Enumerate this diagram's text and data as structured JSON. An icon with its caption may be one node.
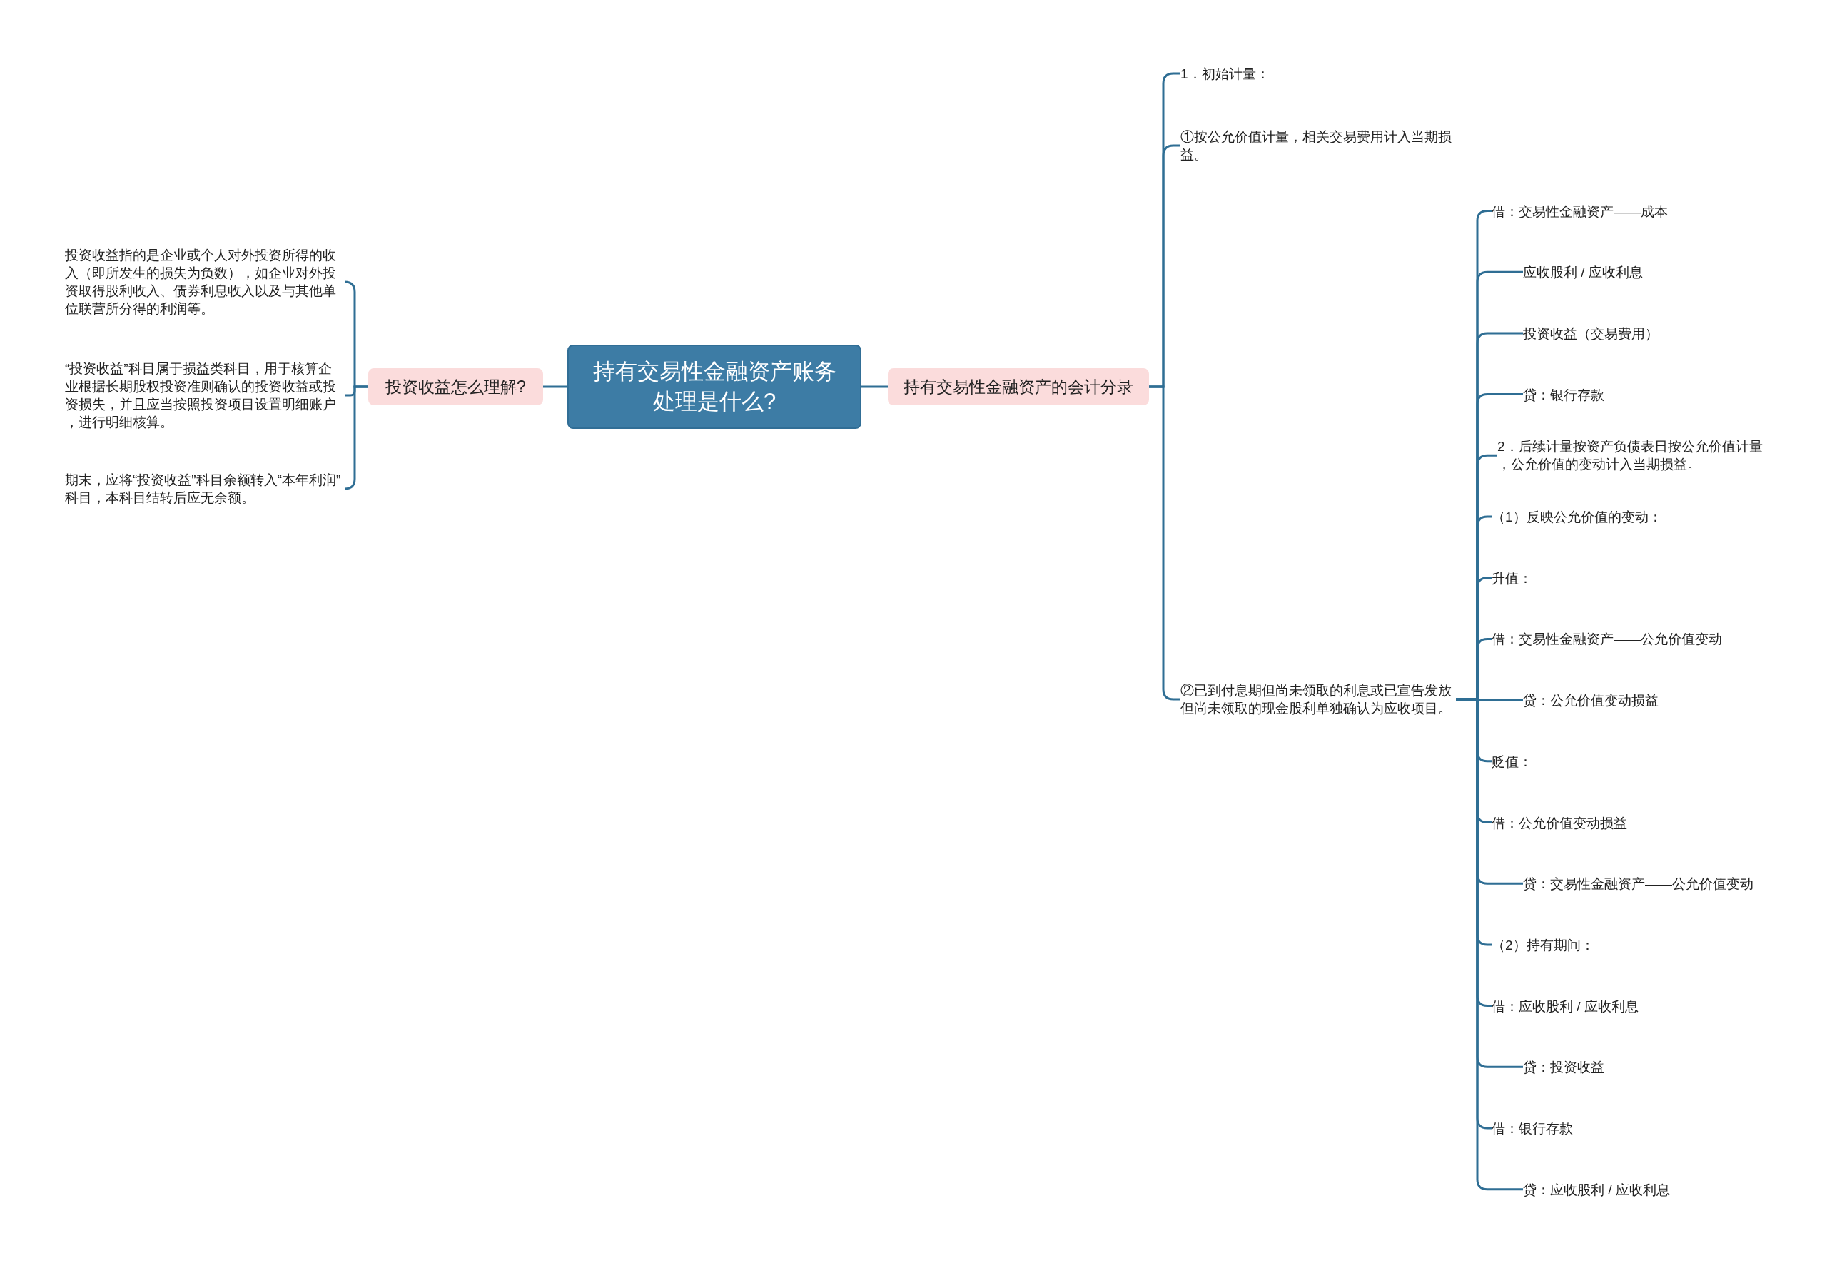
{
  "diagram": {
    "nodes": [
      {
        "text": [
          "持有交易性金融资产账务处理是什么?"
        ]
      },
      {
        "text": [
          "投资收益怎么理解?"
        ]
      },
      {
        "text": [
          "投资收益指的是企业或个人对外投资所得的收入（即所发生的损失为负数），如企业对外投资取得股利收入、债券利息收入以及与其他单位联营所分得的利润等。"
        ]
      },
      {
        "text": [
          "“投资收益”科目属于损益类科目，用于核算企业根据长期股权投资准则确认的投资收益或投资损失，并且应当按照投资项目设置明细账户，进行明细核算。"
        ]
      },
      {
        "text": [
          "期末，应将“投资收益”科目余额转入“本年利润”科目，本科目结转后应无余额。"
        ]
      },
      {
        "text": [
          "持有交易性金融资产的会计分录"
        ]
      },
      {
        "text": [
          "1．初始计量："
        ]
      },
      {
        "text": [
          "①按公允价值计量，相关交易费用计入当期损益。"
        ]
      },
      {
        "text": [
          "②已到付息期但尚未领取的利息或已宣告发放但尚未领取的现金股利单独确认为应收项目。"
        ]
      },
      {
        "text": [
          "借：交易性金融资产——成本"
        ]
      },
      {
        "text": [
          "应收股利 / 应收利息"
        ]
      },
      {
        "text": [
          "投资收益（交易费用）"
        ]
      },
      {
        "text": [
          "贷：银行存款"
        ]
      },
      {
        "text": [
          "2．后续计量按资产负债表日按公允价值计量，公允价值的变动计入当期损益。"
        ]
      },
      {
        "text": [
          "（1）反映公允价值的变动："
        ]
      },
      {
        "text": [
          "升值："
        ]
      },
      {
        "text": [
          "借：交易性金融资产——公允价值变动"
        ]
      },
      {
        "text": [
          "贷：公允价值变动损益"
        ]
      },
      {
        "text": [
          "贬值："
        ]
      },
      {
        "text": [
          "借：公允价值变动损益"
        ]
      },
      {
        "text": [
          "贷：交易性金融资产——公允价值变动"
        ]
      },
      {
        "text": [
          "（2）持有期间："
        ]
      },
      {
        "text": [
          "借：应收股利 / 应收利息"
        ]
      },
      {
        "text": [
          "贷：投资收益"
        ]
      },
      {
        "text": [
          "借：银行存款"
        ]
      },
      {
        "text": [
          "贷：应收股利 / 应收利息"
        ]
      }
    ],
    "edges": [
      {
        "from": 0,
        "to": 1,
        "arrow": "none"
      },
      {
        "from": 1,
        "to": 2,
        "arrow": "none"
      },
      {
        "from": 1,
        "to": 3,
        "arrow": "none"
      },
      {
        "from": 1,
        "to": 4,
        "arrow": "none"
      },
      {
        "from": 0,
        "to": 5,
        "arrow": "none"
      },
      {
        "from": 5,
        "to": 6,
        "arrow": "none"
      },
      {
        "from": 5,
        "to": 7,
        "arrow": "none"
      },
      {
        "from": 5,
        "to": 8,
        "arrow": "none"
      },
      {
        "from": 8,
        "to": 9,
        "arrow": "none"
      },
      {
        "from": 8,
        "to": 10,
        "arrow": "none"
      },
      {
        "from": 8,
        "to": 11,
        "arrow": "none"
      },
      {
        "from": 8,
        "to": 12,
        "arrow": "none"
      },
      {
        "from": 8,
        "to": 13,
        "arrow": "none"
      },
      {
        "from": 8,
        "to": 14,
        "arrow": "none"
      },
      {
        "from": 8,
        "to": 15,
        "arrow": "none"
      },
      {
        "from": 8,
        "to": 16,
        "arrow": "none"
      },
      {
        "from": 8,
        "to": 17,
        "arrow": "none"
      },
      {
        "from": 8,
        "to": 18,
        "arrow": "none"
      },
      {
        "from": 8,
        "to": 19,
        "arrow": "none"
      },
      {
        "from": 8,
        "to": 20,
        "arrow": "none"
      },
      {
        "from": 8,
        "to": 21,
        "arrow": "none"
      },
      {
        "from": 8,
        "to": 22,
        "arrow": "none"
      },
      {
        "from": 8,
        "to": 23,
        "arrow": "none"
      },
      {
        "from": 8,
        "to": 24,
        "arrow": "none"
      },
      {
        "from": 8,
        "to": 25,
        "arrow": "none"
      }
    ]
  }
}
